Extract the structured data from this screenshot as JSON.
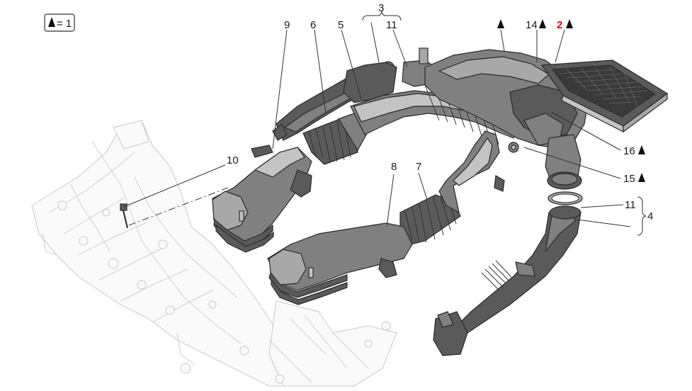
{
  "legend": {
    "box_text": "= 1",
    "marker_icon": "torque-wrench-icon"
  },
  "callouts": {
    "c9": "9",
    "c6": "6",
    "c5": "5",
    "c3": "3",
    "c11a": "11",
    "c14": "14",
    "c2": "2",
    "c10": "10",
    "c8": "8",
    "c7": "7",
    "c16": "16",
    "c15": "15",
    "c11b": "11",
    "c4": "4"
  },
  "colors": {
    "highlight": "#d01010",
    "ink": "#1a1a1a"
  }
}
